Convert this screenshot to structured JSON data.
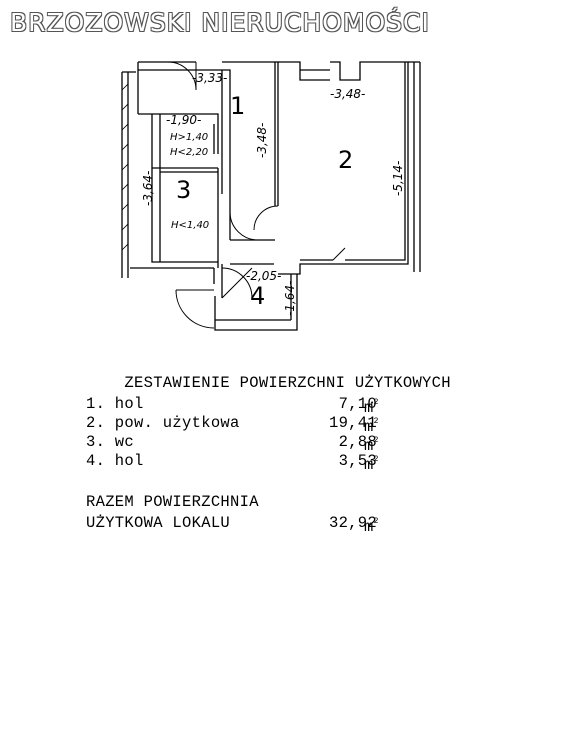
{
  "watermark": "BRZOZOWSKI NIERUCHOMOŚCI",
  "plan": {
    "room_numbers": [
      "1",
      "2",
      "3",
      "4"
    ],
    "dimensions": {
      "room1_width": "-3,33-",
      "room1_height": "-3,48-",
      "room2_width": "-3,48-",
      "room2_height": "-5,14-",
      "hall_width": "-1,90-",
      "room3_height": "-3,64-",
      "room4_width": "-2,05-",
      "room4_height": "-1,64-"
    },
    "height_notes": {
      "hall_above": "H>1,40",
      "hall_below": "H<2,20",
      "room3": "H<1,40"
    }
  },
  "summary": {
    "title": "ZESTAWIENIE POWIERZCHNI UŻYTKOWYCH",
    "unit": "m",
    "unit_exp": "2",
    "items": [
      {
        "label": "1. hol",
        "value": "7,10"
      },
      {
        "label": "2. pow. użytkowa",
        "value": "19,41"
      },
      {
        "label": "3. wc",
        "value": "2,88"
      },
      {
        "label": "4. hol",
        "value": "3,53"
      }
    ],
    "total_line1": "RAZEM POWIERZCHNIA",
    "total_line2": "UŻYTKOWA LOKALU",
    "total_value": "32,92"
  }
}
